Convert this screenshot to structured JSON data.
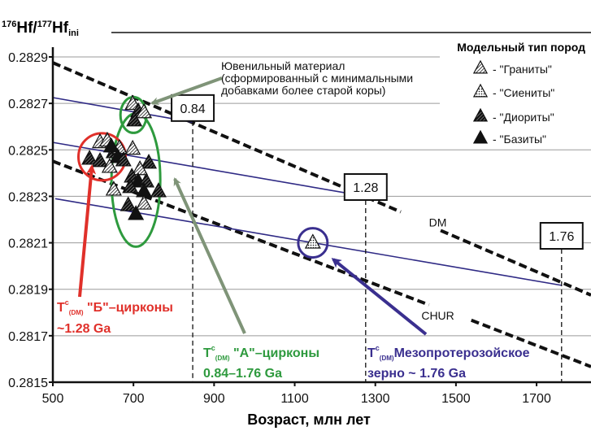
{
  "chart_data": {
    "type": "scatter",
    "title": "",
    "ylabel": {
      "base1": "176",
      "t1": "Hf/",
      "base2": "177",
      "t2": "Hf",
      "sub": "ini"
    },
    "xlabel": "Возраст, млн лет",
    "xlim": [
      500,
      1835
    ],
    "ylim": [
      0.2815,
      0.283
    ],
    "xticks": [
      500,
      700,
      900,
      1100,
      1300,
      1500,
      1700
    ],
    "yticks": [
      0.2815,
      0.2817,
      0.2819,
      0.2821,
      0.2823,
      0.2825,
      0.2827,
      0.2829
    ],
    "grid": "horizontal",
    "legend": {
      "placement": "top-right",
      "title": "Модельный тип пород",
      "items": [
        {
          "type": "granite",
          "label": "- \"Граниты\""
        },
        {
          "type": "syenite",
          "label": "- \"Сиениты\""
        },
        {
          "type": "diorite",
          "label": "- \"Диориты\""
        },
        {
          "type": "basalt",
          "label": "- \"Базиты\""
        }
      ]
    },
    "reference_lines": [
      {
        "name": "DM",
        "style": "dashed",
        "label": "DM",
        "label_at": [
          1455,
          0.28217
        ],
        "segments": [
          [
            [
              500,
              0.282875
            ],
            [
              1363,
              0.282233
            ]
          ],
          [
            [
              1462,
              0.282153
            ],
            [
              1835,
              0.281875
            ]
          ]
        ]
      },
      {
        "name": "CHUR",
        "style": "dashed",
        "label": "CHUR",
        "label_at": [
          1455,
          0.28177
        ],
        "segments": [
          [
            [
              500,
              0.282451
            ],
            [
              1433,
              0.281833
            ]
          ],
          [
            [
              1538,
              0.281767
            ],
            [
              1835,
              0.281567
            ]
          ]
        ]
      }
    ],
    "evolution_lines": [
      [
        [
          500,
          0.282725
        ],
        [
          847,
          0.282619
        ]
      ],
      [
        [
          500,
          0.282532
        ],
        [
          1276,
          0.2823
        ]
      ],
      [
        [
          506,
          0.28229
        ],
        [
          1762,
          0.281917
        ]
      ]
    ],
    "model_ages": [
      {
        "label": "0.84",
        "x": 847,
        "box_y": 0.28268
      },
      {
        "label": "1.28",
        "x": 1276,
        "box_y": 0.28234
      },
      {
        "label": "1.76",
        "x": 1762,
        "box_y": 0.28213
      }
    ],
    "points": [
      {
        "x": 698,
        "y": 0.282697,
        "type": "granite"
      },
      {
        "x": 712,
        "y": 0.282665,
        "type": "diorite"
      },
      {
        "x": 726,
        "y": 0.282661,
        "type": "granite"
      },
      {
        "x": 702,
        "y": 0.282626,
        "type": "diorite"
      },
      {
        "x": 617,
        "y": 0.282532,
        "type": "granite"
      },
      {
        "x": 635,
        "y": 0.282539,
        "type": "granite"
      },
      {
        "x": 591,
        "y": 0.282461,
        "type": "diorite"
      },
      {
        "x": 617,
        "y": 0.282451,
        "type": "diorite"
      },
      {
        "x": 641,
        "y": 0.282426,
        "type": "granite"
      },
      {
        "x": 651,
        "y": 0.282489,
        "type": "diorite"
      },
      {
        "x": 665,
        "y": 0.282507,
        "type": "granite"
      },
      {
        "x": 661,
        "y": 0.282468,
        "type": "basalt"
      },
      {
        "x": 675,
        "y": 0.282454,
        "type": "diorite"
      },
      {
        "x": 698,
        "y": 0.282504,
        "type": "granite"
      },
      {
        "x": 645,
        "y": 0.282514,
        "type": "basalt"
      },
      {
        "x": 738,
        "y": 0.282444,
        "type": "diorite"
      },
      {
        "x": 716,
        "y": 0.282416,
        "type": "granite"
      },
      {
        "x": 696,
        "y": 0.282384,
        "type": "diorite"
      },
      {
        "x": 712,
        "y": 0.282363,
        "type": "basalt"
      },
      {
        "x": 732,
        "y": 0.282363,
        "type": "diorite"
      },
      {
        "x": 692,
        "y": 0.282339,
        "type": "diorite"
      },
      {
        "x": 726,
        "y": 0.282321,
        "type": "basalt"
      },
      {
        "x": 762,
        "y": 0.282321,
        "type": "diorite"
      },
      {
        "x": 651,
        "y": 0.282328,
        "type": "granite"
      },
      {
        "x": 687,
        "y": 0.282261,
        "type": "diorite"
      },
      {
        "x": 726,
        "y": 0.282268,
        "type": "granite"
      },
      {
        "x": 706,
        "y": 0.282223,
        "type": "basalt"
      },
      {
        "x": 1145,
        "y": 0.2821,
        "type": "syenite"
      }
    ],
    "groups": [
      {
        "name": "small-green-ellipse",
        "color": "#2e9a3e",
        "cx": 700,
        "cy": 0.28265
      },
      {
        "name": "large-green-ellipse",
        "color": "#2e9a3e",
        "cx": 706,
        "cy": 0.28237
      },
      {
        "name": "red-circle",
        "color": "#e0302a",
        "cx": 622,
        "cy": 0.28247
      },
      {
        "name": "blue-circle",
        "color": "#3a2f8f",
        "cx": 1145,
        "cy": 0.2821
      }
    ],
    "annotations": {
      "juvenile": [
        "Ювенильный материал",
        "(сформированный с минимальными",
        "добавками более старой коры)"
      ],
      "b_zircons": {
        "T": "T",
        "sup": "c",
        "sub": "(DM)",
        "rest": " \"Б\"–цирконы",
        "line2": "~1.28 Ga",
        "color": "#e0302a"
      },
      "a_zircons": {
        "T": "T",
        "sup": "c",
        "sub": "(DM)",
        "rest": " \"A\"–цирконы",
        "line2": "0.84–1.76 Ga",
        "color": "#2e9a3e"
      },
      "meso": {
        "T": "T",
        "sup": "c",
        "sub": "(DM)",
        "rest": "Мезопротерозойское",
        "line2": "зерно ~ 1.76 Ga",
        "color": "#3a2f8f"
      }
    },
    "colors": {
      "evolution": "#2f2a85",
      "arrow_green": "#7f9478",
      "red": "#e0302a",
      "blue": "#3a2f8f",
      "green": "#2e9a3e"
    }
  }
}
